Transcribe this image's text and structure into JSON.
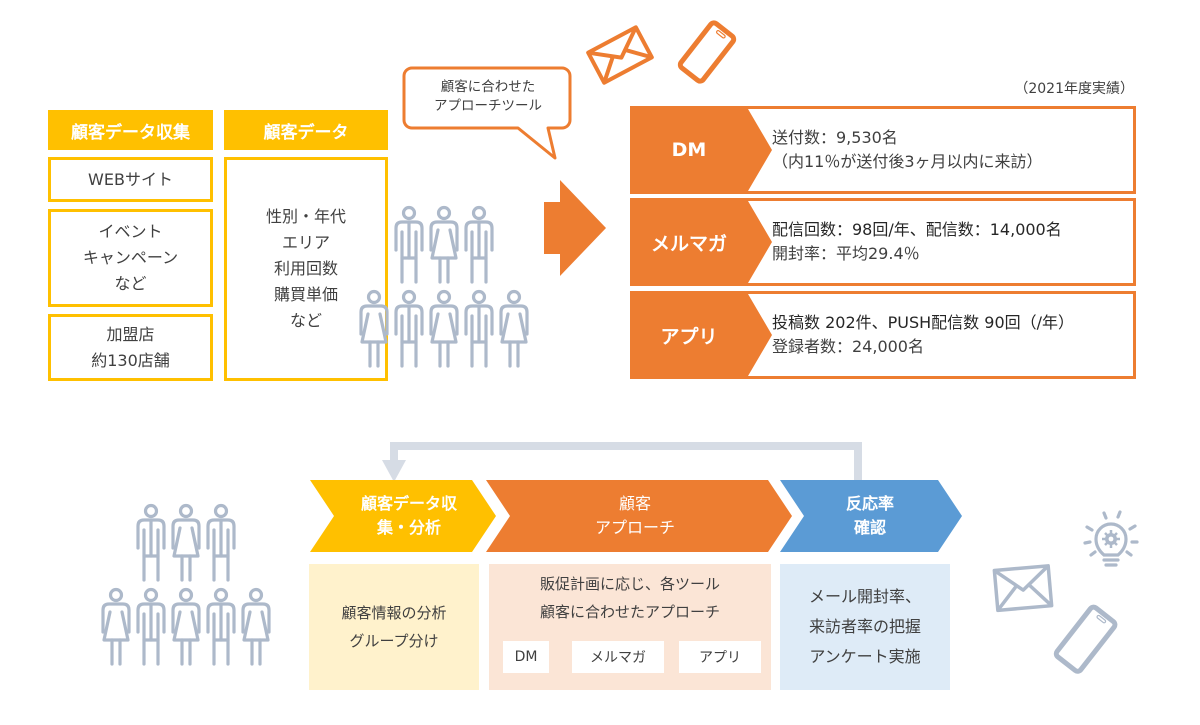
{
  "colors": {
    "yellow": "#FFC000",
    "orange": "#ED7D31",
    "blue": "#5B9BD5",
    "gray_icon": "#ADB9CA",
    "light_yellow": "#FFF2CC",
    "light_orange": "#FBE5D6",
    "light_blue": "#DEEBF7"
  },
  "collection": {
    "header": "顧客データ収集",
    "sources": [
      {
        "lines": [
          "WEBサイト"
        ]
      },
      {
        "lines": [
          "イベント",
          "キャンペーン",
          "など"
        ]
      },
      {
        "lines": [
          "加盟店",
          "約130店舗"
        ]
      }
    ]
  },
  "customer_data": {
    "header": "顧客データ",
    "lines": [
      "性別・年代",
      "エリア",
      "利用回数",
      "購買単価",
      "など"
    ]
  },
  "bubble": {
    "lines": [
      "顧客に合わせた",
      "アプローチツール"
    ]
  },
  "results": {
    "note": "（2021年度実績）",
    "rows": [
      {
        "label": "DM",
        "lines": [
          "送付数：9,530名",
          "（内11％が送付後3ヶ月以内に来訪）"
        ]
      },
      {
        "label": "メルマガ",
        "lines": [
          "配信回数：98回/年、配信数：14,000名",
          "開封率：平均29.4％"
        ]
      },
      {
        "label": "アプリ",
        "lines": [
          "投稿数 202件、PUSH配信数 90回（/年）",
          "登録者数：24,000名"
        ]
      }
    ]
  },
  "process": {
    "steps": [
      {
        "title": [
          "顧客データ収",
          "集・分析"
        ],
        "body": [
          "顧客情報の分析",
          "グループ分け"
        ]
      },
      {
        "title": [
          "顧客",
          "アプローチ"
        ],
        "body": [
          "販促計画に応じ、各ツール",
          "顧客に合わせたアプローチ"
        ],
        "tools": [
          "DM",
          "メルマガ",
          "アプリ"
        ]
      },
      {
        "title": [
          "反応率",
          "確認"
        ],
        "body": [
          "メール開封率、",
          "来訪者率の把握",
          "アンケート実施"
        ]
      }
    ]
  },
  "icons": {
    "top_envelope": "envelope-icon",
    "top_phone": "smartphone-icon",
    "people_top": "people-group-icon",
    "people_bottom": "people-group-icon",
    "bulb": "lightbulb-gear-icon",
    "bottom_envelope": "envelope-icon",
    "bottom_phone": "smartphone-icon",
    "big_arrow": "right-arrow-icon",
    "loop_arrow": "loop-arrow-icon"
  }
}
